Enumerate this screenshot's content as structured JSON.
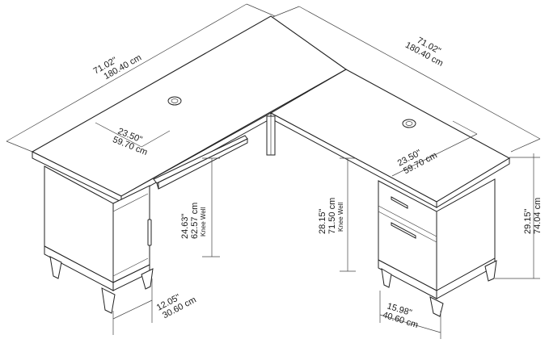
{
  "dimensions": {
    "left_top_width": {
      "in": "71.02\"",
      "cm": "180.40 cm"
    },
    "right_top_width": {
      "in": "71.02\"",
      "cm": "180.40 cm"
    },
    "left_depth": {
      "in": "23.50\"",
      "cm": "59.70 cm"
    },
    "right_depth": {
      "in": "23.50\"",
      "cm": "59.70 cm"
    },
    "left_knee_height": {
      "in": "24.63\"",
      "cm": "62.57 cm",
      "label": "Knee Well"
    },
    "right_knee_height": {
      "in": "28.15\"",
      "cm": "71.50 cm",
      "label": "Knee Well"
    },
    "overall_height": {
      "in": "29.15\"",
      "cm": "74.04 cm"
    },
    "left_pedestal_depth": {
      "in": "12.05\"",
      "cm": "30.60 cm"
    },
    "right_pedestal_depth": {
      "in": "15.98\"",
      "cm": "40.60 cm"
    }
  }
}
